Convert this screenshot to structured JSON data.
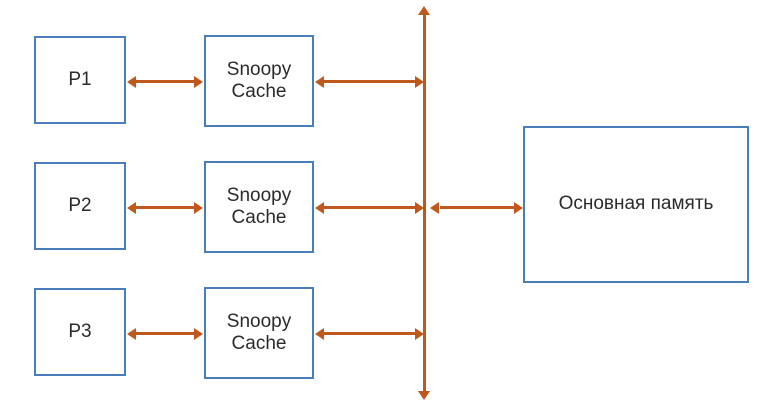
{
  "diagram": {
    "title": "Snoopy cache coherence bus diagram",
    "colors": {
      "box_border": "#4a7ebb",
      "box_fill": "#ffffff",
      "connector": "#c0571c",
      "text": "#2b2b2b",
      "background": "#ffffff"
    },
    "processors": [
      {
        "label": "P1"
      },
      {
        "label": "P2"
      },
      {
        "label": "P3"
      }
    ],
    "caches": [
      {
        "label": "Snoopy\nCache"
      },
      {
        "label": "Snoopy\nCache"
      },
      {
        "label": "Snoopy\nCache"
      }
    ],
    "memory": {
      "label": "Основная память"
    },
    "bus": {
      "label": "vertical-system-bus"
    },
    "connectors": [
      {
        "name": "p1-to-cache1",
        "kind": "double-arrow"
      },
      {
        "name": "cache1-to-bus",
        "kind": "double-arrow"
      },
      {
        "name": "p2-to-cache2",
        "kind": "double-arrow"
      },
      {
        "name": "cache2-to-bus",
        "kind": "double-arrow"
      },
      {
        "name": "p3-to-cache3",
        "kind": "double-arrow"
      },
      {
        "name": "cache3-to-bus",
        "kind": "double-arrow"
      },
      {
        "name": "bus-to-memory",
        "kind": "double-arrow"
      }
    ]
  }
}
